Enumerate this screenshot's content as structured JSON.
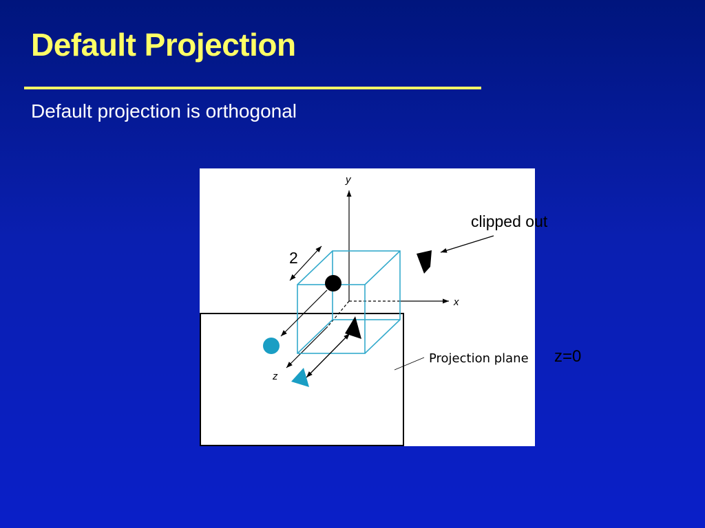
{
  "slide": {
    "title": "Default Projection",
    "subtitle": "Default projection is orthogonal"
  },
  "figure": {
    "axis_labels": {
      "x": "x",
      "y": "y",
      "z": "z"
    },
    "dimension_label": "2",
    "projection_plane_label": "Projection plane",
    "clipped_label": "clipped out",
    "plane_equation": "z=0"
  },
  "colors": {
    "background": "#0a1fb0",
    "title": "#ffff66",
    "text": "#ffffff",
    "cube": "#33aacc",
    "projected_shape": "#1a9ec4",
    "object": "#000000"
  },
  "icons": [
    "sphere-shape",
    "cone-shape",
    "wedge-shape"
  ]
}
